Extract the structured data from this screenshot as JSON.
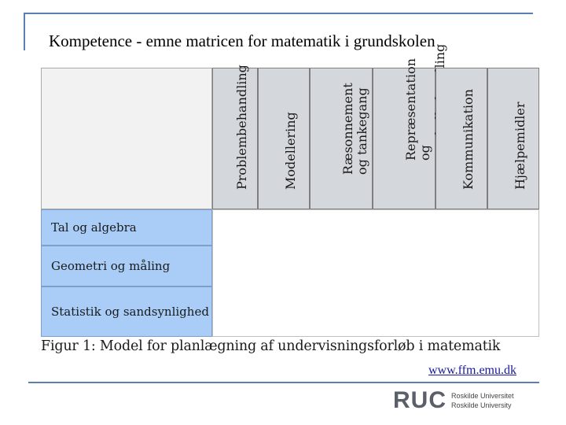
{
  "slide": {
    "title": "Kompetence - emne matricen for matematik i grundskolen",
    "link": "www.ffm.emu.dk"
  },
  "matrix": {
    "columns": [
      {
        "label": "Problembehandling"
      },
      {
        "label": "Modellering"
      },
      {
        "label": "Ræsonnement og tankegang"
      },
      {
        "label": "Repræsentation og symbolbehandling"
      },
      {
        "label": "Kommunikation"
      },
      {
        "label": "Hjælpemidler"
      }
    ],
    "rows": [
      {
        "label": "Tal og algebra"
      },
      {
        "label": "Geometri og måling"
      },
      {
        "label": "Statistik og sandsynlighed"
      }
    ],
    "caption": "Figur 1: Model for planlægning af undervisningsforløb i matematik"
  },
  "logo": {
    "mark": "RUC",
    "line1": "Roskilde Universitet",
    "line2": "Roskilde University"
  },
  "colors": {
    "rule": "#5b7fb0",
    "column_header": "#d4d7db",
    "row_header": "#a9cdf7"
  }
}
